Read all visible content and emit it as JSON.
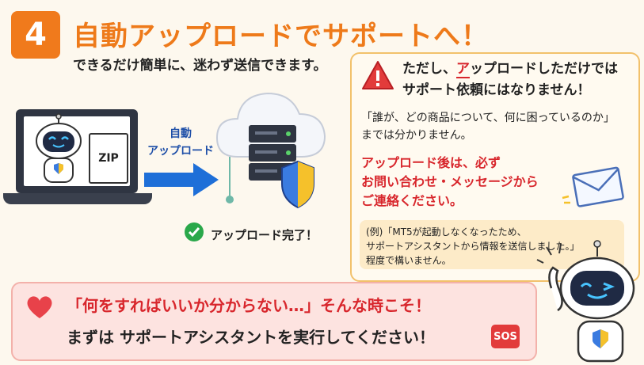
{
  "header": {
    "step_number": "4",
    "title": "自動アップロードでサポートへ！",
    "subtitle": "できるだけ簡単に、迷わず送信できます。"
  },
  "illustration": {
    "zip_label": "ZIP",
    "arrow_label_line1": "自動",
    "arrow_label_line2": "アップロード",
    "done_text": "アップロード完了！"
  },
  "notice": {
    "heading_line1_prefix": "ただし、",
    "heading_line1_highlight": "ア",
    "heading_line1_suffix": "ップロードしただけでは",
    "heading_line2": "サポート依頼にはなりません！",
    "quote_line1": "「誰が、どの商品について、何に困っているのか」",
    "quote_line2": "までは分かりません。",
    "action_line1": "アップロード後は、必ず",
    "action_line2": "お問い合わせ・メッセージから",
    "action_line3": "ご連絡ください。",
    "example_line1": "(例)「MT5が起動しなくなったため、",
    "example_line2": "サポートアシスタントから情報を送信しました。」",
    "example_line3": "程度で構いません。"
  },
  "banner": {
    "line1": "「何をすればいいか分からない…」そんな時こそ！",
    "line2": "まずは サポートアシスタントを実行してください！",
    "sos": "SOS"
  },
  "colors": {
    "accent_orange": "#f07a1c",
    "alert_red": "#d8262c",
    "arrow_blue": "#1e6fd8",
    "check_green": "#2aa84a"
  }
}
